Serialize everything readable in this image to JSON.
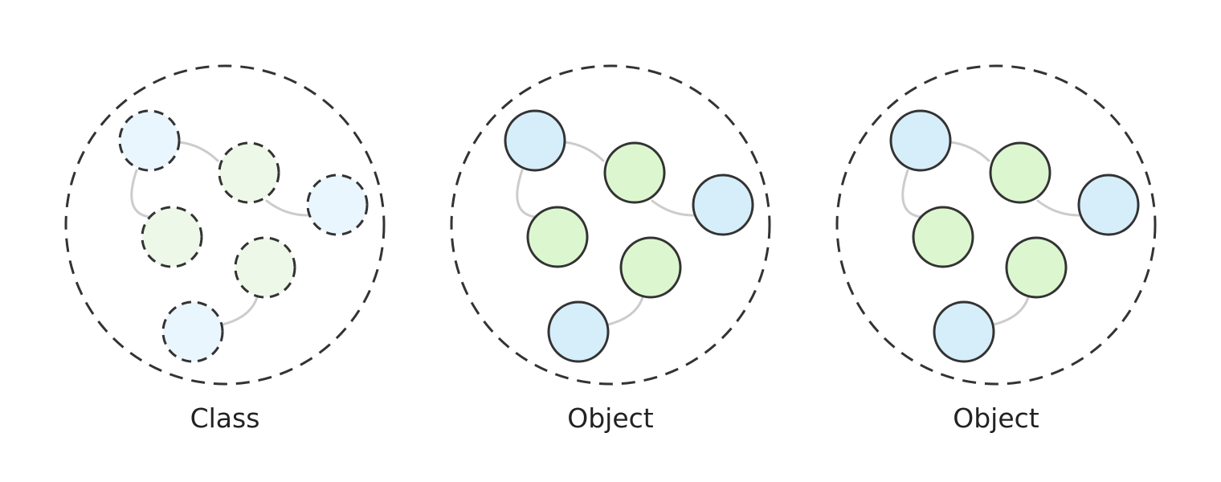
{
  "colors": {
    "background": "#ffffff",
    "outline": "#333333",
    "connector": "#cccccc",
    "blue_solid": "#d6eefa",
    "green_solid": "#dcf7d0",
    "blue_faded": "#eaf6fd",
    "green_faded": "#eef8e8"
  },
  "groups": [
    {
      "id": "class",
      "caption": "Class",
      "style": "dashed",
      "nodes": [
        {
          "color": "blue"
        },
        {
          "color": "green"
        },
        {
          "color": "blue"
        },
        {
          "color": "green"
        },
        {
          "color": "green"
        },
        {
          "color": "blue"
        }
      ]
    },
    {
      "id": "object-1",
      "caption": "Object",
      "style": "solid",
      "nodes": [
        {
          "color": "blue"
        },
        {
          "color": "green"
        },
        {
          "color": "blue"
        },
        {
          "color": "green"
        },
        {
          "color": "green"
        },
        {
          "color": "blue"
        }
      ]
    },
    {
      "id": "object-2",
      "caption": "Object",
      "style": "solid",
      "nodes": [
        {
          "color": "blue"
        },
        {
          "color": "green"
        },
        {
          "color": "blue"
        },
        {
          "color": "green"
        },
        {
          "color": "green"
        },
        {
          "color": "blue"
        }
      ]
    }
  ]
}
